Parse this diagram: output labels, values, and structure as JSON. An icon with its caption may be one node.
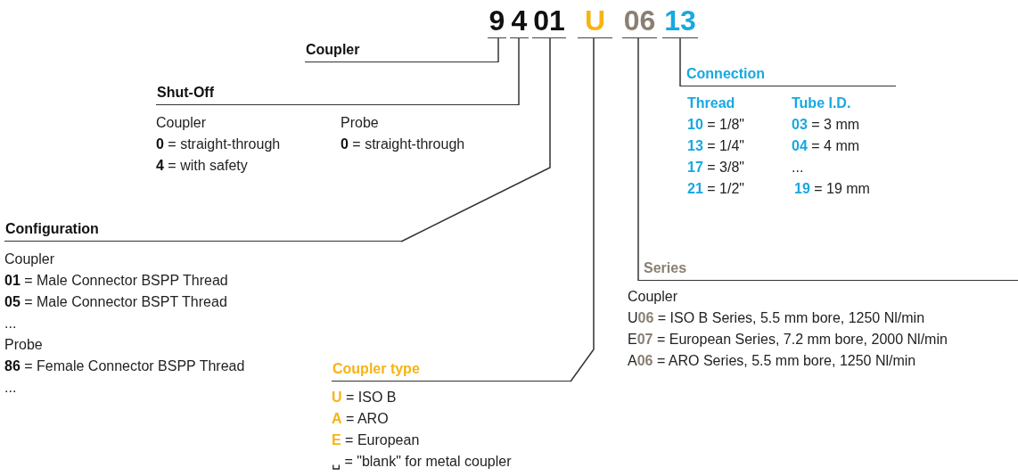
{
  "diagram": {
    "nodes": [
      {
        "text": [
          "9"
        ]
      },
      {
        "text": [
          "4"
        ]
      },
      {
        "text": [
          "01"
        ]
      },
      {
        "text": [
          "U"
        ]
      },
      {
        "text": [
          "06"
        ]
      },
      {
        "text": [
          "13"
        ]
      },
      {
        "text": [
          "Coupler"
        ]
      },
      {
        "text": [
          "Shut-Off",
          "Coupler",
          "**0** = straight-through",
          "**4** = with safety",
          "Probe",
          "**0** = straight-through"
        ]
      },
      {
        "text": [
          "Configuration",
          "Coupler",
          "**01** = Male Connector BSPP Thread",
          "**05** = Male Connector BSPT Thread",
          "...",
          "Probe",
          "**86** = Female Connector BSPP Thread",
          "..."
        ]
      },
      {
        "text": [
          "Coupler type",
          "**U** = ISO B",
          "**A** = ARO",
          "**E** = European",
          "␣ = \"blank\" for metal coupler"
        ]
      },
      {
        "text": [
          "Series",
          "Coupler",
          "U**06** = ISO B Series, 5.5 mm bore, 1250 Nl/min",
          "E**07** = European Series, 7.2 mm bore, 2000 Nl/min",
          "A**06** = ARO Series, 5.5 mm bore, 1250 Nl/min"
        ]
      },
      {
        "text": [
          "Connection",
          "Thread",
          "**10** = 1/8\"",
          "**13** = 1/4\"",
          "**17** = 3/8\"",
          "**21** = 1/2\"",
          "Tube I.D.",
          "**03** = 3 mm",
          "**04** = 4 mm",
          "...",
          "**19** = 19 mm"
        ]
      }
    ],
    "edges": [
      {
        "from": 0,
        "to": 6,
        "arrow": "none"
      },
      {
        "from": 1,
        "to": 7,
        "arrow": "none"
      },
      {
        "from": 2,
        "to": 8,
        "arrow": "none"
      },
      {
        "from": 3,
        "to": 9,
        "arrow": "none"
      },
      {
        "from": 4,
        "to": 10,
        "arrow": "none"
      },
      {
        "from": 5,
        "to": 11,
        "arrow": "none"
      }
    ]
  }
}
